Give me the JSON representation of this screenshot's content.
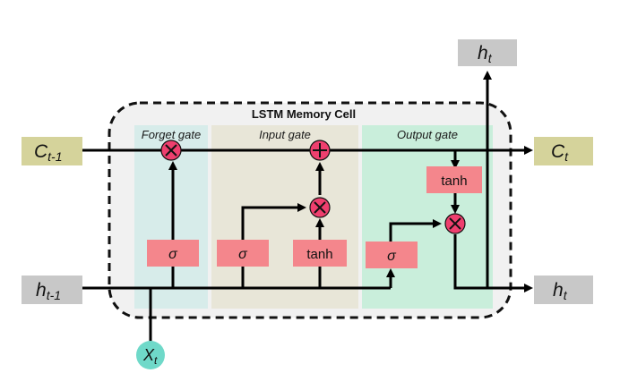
{
  "cell_title": "LSTM Memory Cell",
  "gates": {
    "forget": "Forget gate",
    "input": "Input gate",
    "output": "Output gate"
  },
  "nodes": {
    "c_prev": {
      "base": "C",
      "sub": "t-1"
    },
    "c_next": {
      "base": "C",
      "sub": "t"
    },
    "h_prev": {
      "base": "h",
      "sub": "t-1"
    },
    "h_next": {
      "base": "h",
      "sub": "t"
    },
    "h_top": {
      "base": "h",
      "sub": "t"
    },
    "x_in": {
      "base": "X",
      "sub": "t"
    }
  },
  "blocks": {
    "forget_sigma": "σ",
    "input_sigma": "σ",
    "input_tanh": "tanh",
    "output_sigma": "σ",
    "output_tanh": "tanh"
  },
  "colors": {
    "forget_bg": "#d7ecea",
    "input_bg": "#e8e6d8",
    "output_bg": "#c9eedb",
    "cell_bg": "#f1f1f1",
    "block": "#f4868c",
    "op_circle": "#ee3f6e",
    "c_node": "#d5d39b",
    "h_node": "#c8c8c8",
    "x_node": "#6fd9c9"
  }
}
